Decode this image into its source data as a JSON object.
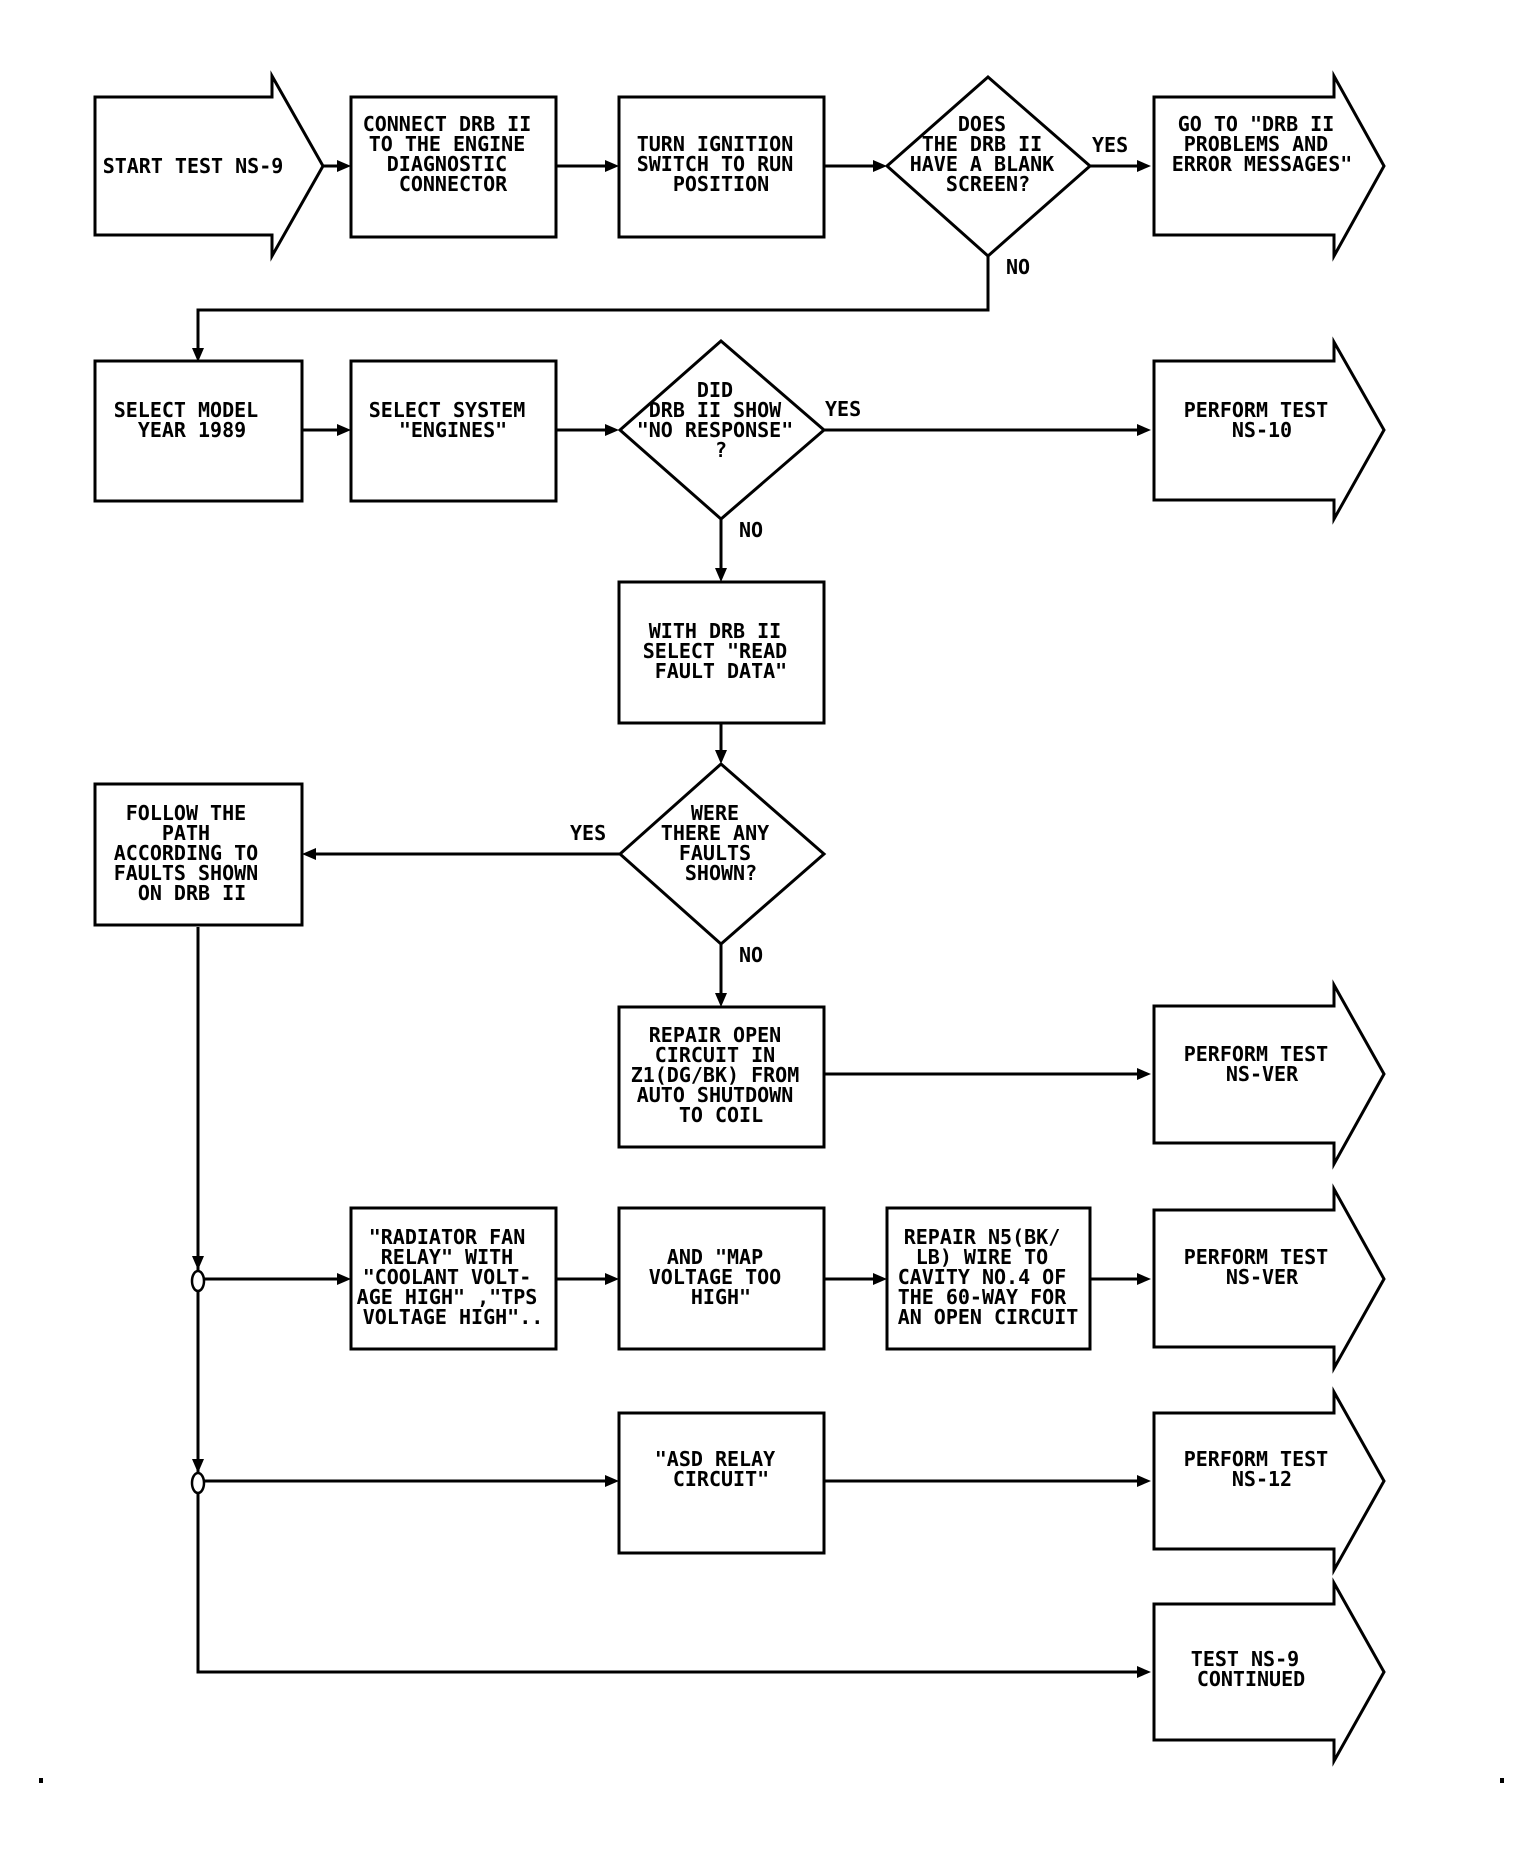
{
  "nodes": {
    "start": {
      "lines": [
        "START TEST NS-9"
      ]
    },
    "connect": {
      "lines": [
        "CONNECT DRB II",
        "TO THE ENGINE",
        "DIAGNOSTIC",
        "CONNECTOR"
      ]
    },
    "ignition": {
      "lines": [
        "TURN IGNITION",
        "SWITCH TO RUN",
        "POSITION"
      ]
    },
    "blank_screen": {
      "lines": [
        "DOES",
        "THE DRB II",
        "HAVE A BLANK",
        "SCREEN?"
      ]
    },
    "drb_problems": {
      "lines": [
        "GO TO \"DRB II",
        "PROBLEMS AND",
        "ERROR MESSAGES\""
      ]
    },
    "model_year": {
      "lines": [
        "SELECT MODEL",
        "YEAR 1989"
      ]
    },
    "select_system": {
      "lines": [
        "SELECT SYSTEM",
        "\"ENGINES\""
      ]
    },
    "no_response": {
      "lines": [
        "DID",
        "DRB II SHOW",
        "\"NO RESPONSE\"",
        "?"
      ]
    },
    "test_ns10": {
      "lines": [
        "PERFORM TEST",
        "NS-10"
      ]
    },
    "read_fault": {
      "lines": [
        "WITH DRB II",
        "SELECT \"READ",
        "FAULT DATA\""
      ]
    },
    "faults_shown": {
      "lines": [
        "WERE",
        "THERE ANY",
        "FAULTS",
        "SHOWN?"
      ]
    },
    "follow_path": {
      "lines": [
        "FOLLOW THE",
        "PATH",
        "ACCORDING TO",
        "FAULTS SHOWN",
        "ON DRB II"
      ]
    },
    "repair_open": {
      "lines": [
        "REPAIR OPEN",
        "CIRCUIT IN",
        "Z1(DG/BK) FROM",
        "AUTO SHUTDOWN",
        "TO COIL"
      ]
    },
    "test_ver_1": {
      "lines": [
        "PERFORM TEST",
        "NS-VER"
      ]
    },
    "radiator_fan": {
      "lines": [
        "\"RADIATOR FAN",
        "RELAY\" WITH",
        "\"COOLANT VOLT-",
        "AGE HIGH\" ,\"TPS",
        "VOLTAGE HIGH\".."
      ]
    },
    "map_voltage": {
      "lines": [
        "AND \"MAP",
        "VOLTAGE TOO",
        "HIGH\""
      ]
    },
    "repair_n5": {
      "lines": [
        "REPAIR N5(BK/",
        "LB) WIRE TO",
        "CAVITY NO.4 OF",
        "THE 60-WAY FOR",
        "AN OPEN CIRCUIT"
      ]
    },
    "test_ver_2": {
      "lines": [
        "PERFORM TEST",
        "NS-VER"
      ]
    },
    "asd_relay": {
      "lines": [
        "\"ASD RELAY",
        "CIRCUIT\""
      ]
    },
    "test_ns12": {
      "lines": [
        "PERFORM TEST",
        "NS-12"
      ]
    },
    "continued": {
      "lines": [
        "TEST NS-9",
        "CONTINUED"
      ]
    }
  },
  "labels": {
    "yes_blank": "YES",
    "no_blank": "NO",
    "yes_response": "YES",
    "no_response": "NO",
    "yes_faults": "YES",
    "no_faults": "NO"
  },
  "colors": {
    "line": "#000000",
    "background": "#ffffff"
  }
}
